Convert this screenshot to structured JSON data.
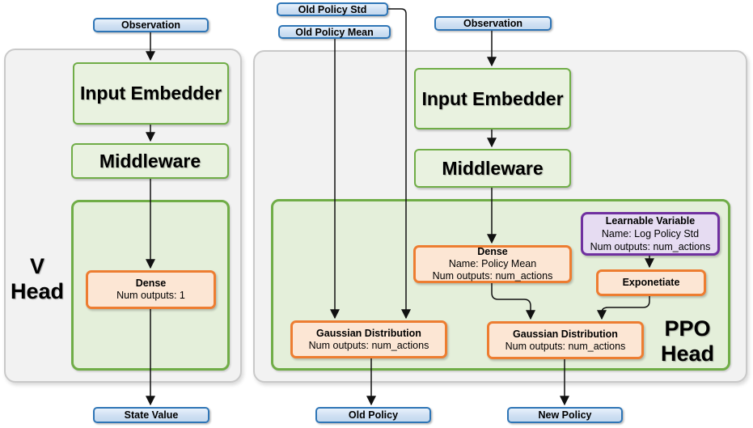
{
  "colors": {
    "blue_border": "#2E75B6",
    "blue_fill": "#D6E4F4",
    "green_border": "#70AD47",
    "green_fill": "#E9F2E0",
    "orange_border": "#ED7D31",
    "orange_fill": "#FCE6D4",
    "purple_border": "#7030A0",
    "purple_fill": "#E6DCF2",
    "panel_fill": "#F2F2F2",
    "arrow": "#111111"
  },
  "v_head": {
    "title_lines": [
      "V",
      "Head"
    ],
    "observation": "Observation",
    "input_embedder": "Input Embedder",
    "middleware": "Middleware",
    "dense": {
      "title": "Dense",
      "outputs": "Num outputs: 1"
    },
    "state_value": "State Value"
  },
  "ppo_head": {
    "title_lines": [
      "PPO",
      "Head"
    ],
    "old_policy_std": "Old Policy Std",
    "old_policy_mean": "Old Policy Mean",
    "observation": "Observation",
    "input_embedder": "Input Embedder",
    "middleware": "Middleware",
    "dense": {
      "title": "Dense",
      "name": "Name: Policy Mean",
      "outputs": "Num outputs: num_actions"
    },
    "learnable_variable": {
      "title": "Learnable Variable",
      "name": "Name: Log Policy Std",
      "outputs": "Num outputs: num_actions"
    },
    "exponetiate": "Exponetiate",
    "gaussian_old": {
      "title": "Gaussian Distribution",
      "outputs": "Num outputs: num_actions"
    },
    "gaussian_new": {
      "title": "Gaussian Distribution",
      "outputs": "Num outputs: num_actions"
    },
    "old_policy": "Old Policy",
    "new_policy": "New Policy"
  }
}
